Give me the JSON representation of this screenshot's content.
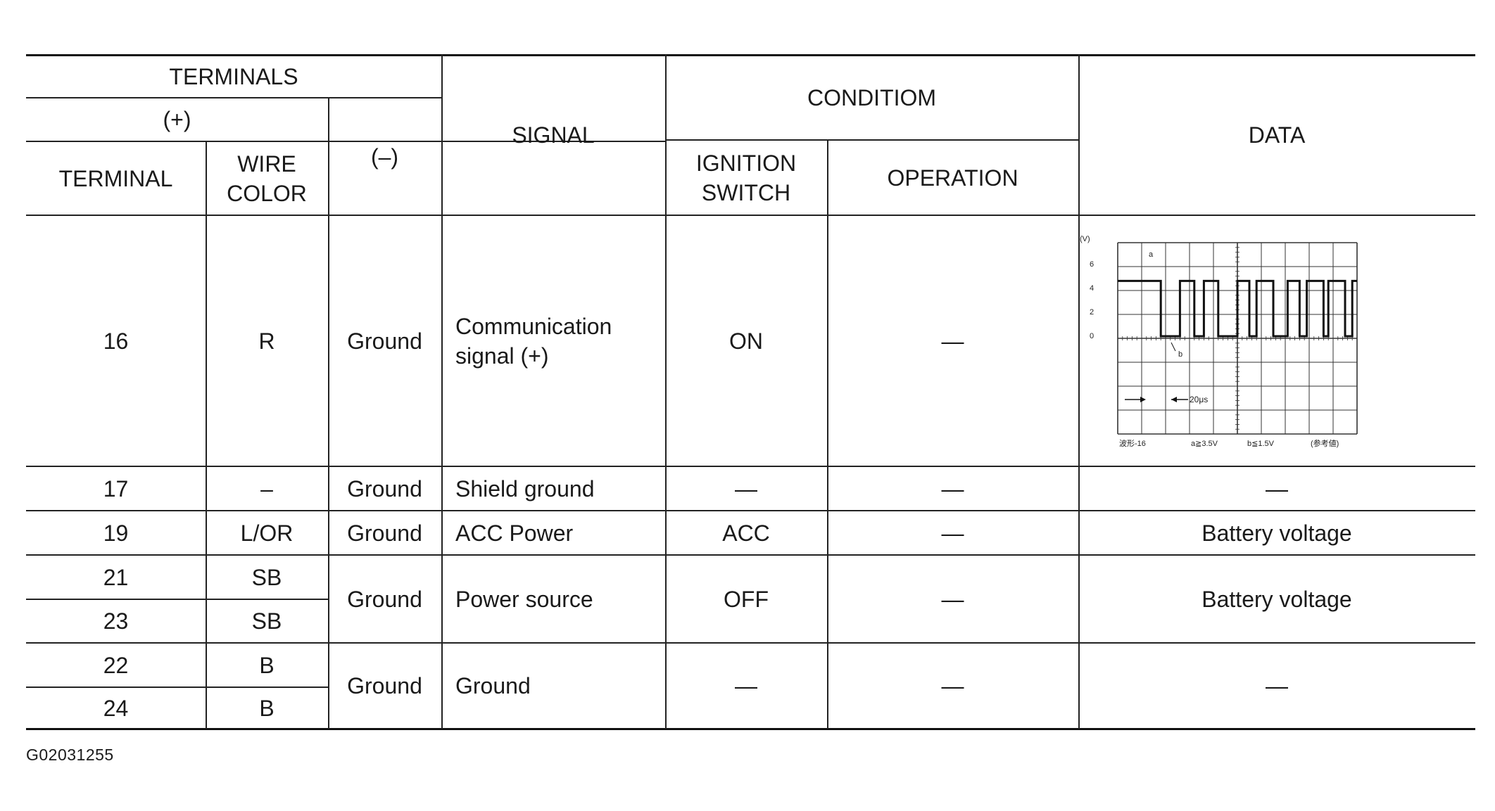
{
  "header": {
    "terminals": "TERMINALS",
    "plus": "(+)",
    "terminal": "TERMINAL",
    "wire_color": "WIRE\nCOLOR",
    "minus": "(–)",
    "signal": "SIGNAL",
    "condition": "CONDITIOM",
    "ignition_switch": "IGNITION\nSWITCH",
    "operation": "OPERATION",
    "data": "DATA"
  },
  "rows": [
    {
      "terminal": "16",
      "wire": "R",
      "minus": "Ground",
      "signal": "Communication\nsignal (+)",
      "ignition": "ON",
      "operation": "—",
      "data": ""
    },
    {
      "terminal": "17",
      "wire": "–",
      "minus": "Ground",
      "signal": "Shield ground",
      "ignition": "—",
      "operation": "—",
      "data": "—"
    },
    {
      "terminal": "19",
      "wire": "L/OR",
      "minus": "Ground",
      "signal": "ACC Power",
      "ignition": "ACC",
      "operation": "—",
      "data": "Battery voltage"
    },
    {
      "terminals": [
        "21",
        "23"
      ],
      "wires": [
        "SB",
        "SB"
      ],
      "minus": "Ground",
      "signal": "Power source",
      "ignition": "OFF",
      "operation": "—",
      "data": "Battery voltage"
    },
    {
      "terminals": [
        "22",
        "24"
      ],
      "wires": [
        "B",
        "B"
      ],
      "minus": "Ground",
      "signal": "Ground",
      "ignition": "—",
      "operation": "—",
      "data": "—"
    }
  ],
  "waveform": {
    "y_unit": "(V)",
    "y_ticks": [
      "6",
      "4",
      "2",
      "0"
    ],
    "label_a": "a",
    "label_b": "b",
    "time_label": "20μs",
    "caption_left": "波形-16",
    "caption_a": "a≧3.5V",
    "caption_b": "b≦1.5V",
    "caption_right": "(参考値)"
  },
  "figure_ref": "G02031255"
}
